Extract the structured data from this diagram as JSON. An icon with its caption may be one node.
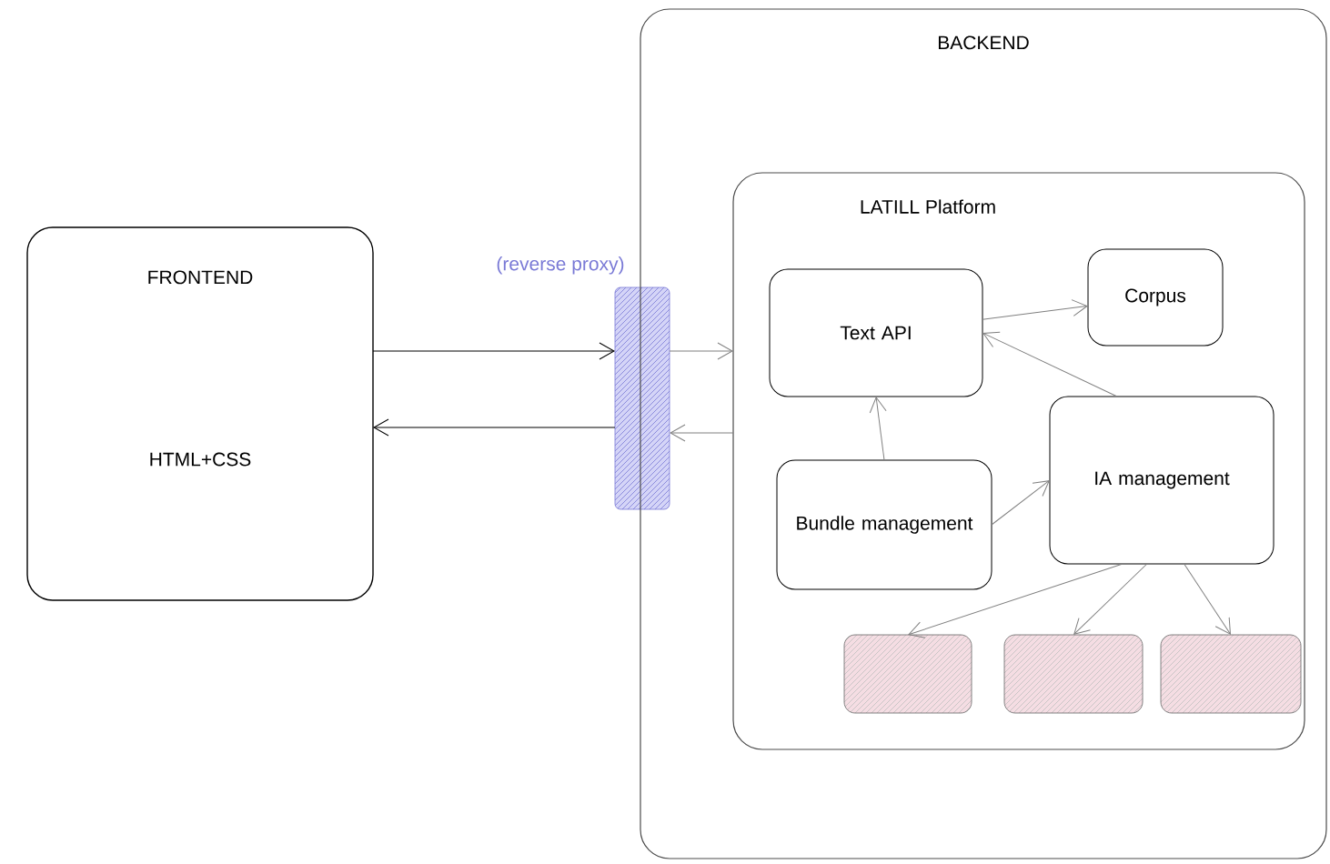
{
  "diagram": {
    "nodes": [
      {
        "text": [
          "FRONTEND",
          "HTML+CSS"
        ]
      },
      {
        "text": [
          "(reverse proxy)"
        ]
      },
      {
        "text": [
          "BACKEND"
        ]
      },
      {
        "text": [
          "LATILL Platform"
        ],
        "in": 2
      },
      {
        "text": [
          "Text API"
        ],
        "in": 3
      },
      {
        "text": [
          "Corpus"
        ],
        "in": 3
      },
      {
        "text": [
          "Bundle management"
        ],
        "in": 3
      },
      {
        "text": [
          "IA management"
        ],
        "in": 3
      },
      {
        "text": [],
        "shape": "box",
        "in": 3
      },
      {
        "text": [],
        "shape": "box",
        "in": 3
      },
      {
        "text": [],
        "shape": "box",
        "in": 3
      }
    ],
    "edges": [
      {
        "from": 0,
        "to": 1,
        "arrow": "to",
        "color": "#000000"
      },
      {
        "from": 1,
        "to": 0,
        "arrow": "to",
        "color": "#000000"
      },
      {
        "from": 1,
        "to": 3,
        "arrow": "to"
      },
      {
        "from": 3,
        "to": 1,
        "arrow": "to"
      },
      {
        "from": 4,
        "to": 5,
        "arrow": "to"
      },
      {
        "from": 6,
        "to": 4,
        "arrow": "to"
      },
      {
        "from": 7,
        "to": 4,
        "arrow": "to"
      },
      {
        "from": 6,
        "to": 7,
        "arrow": "to"
      },
      {
        "from": 7,
        "to": 8,
        "arrow": "to"
      },
      {
        "from": 7,
        "to": 9,
        "arrow": "to"
      },
      {
        "from": 7,
        "to": 10,
        "arrow": "to"
      }
    ]
  }
}
